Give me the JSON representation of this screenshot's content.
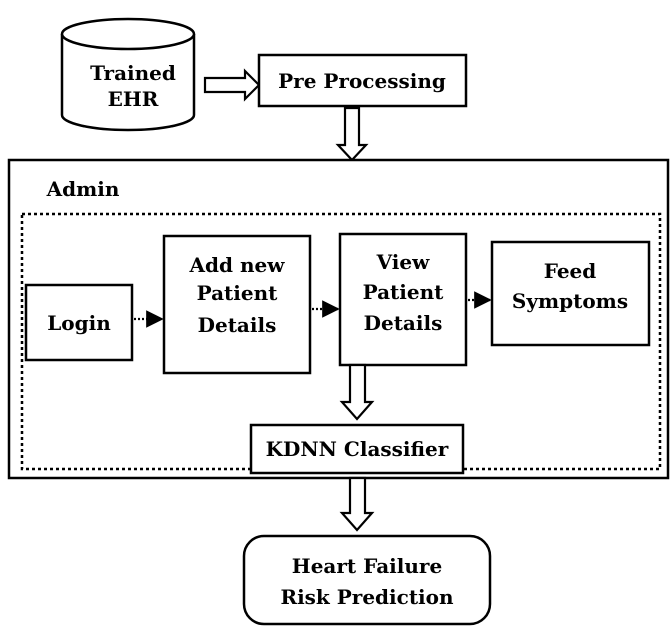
{
  "data_store": {
    "line1": "Trained",
    "line2": "EHR"
  },
  "preprocessing": {
    "label": "Pre Processing"
  },
  "admin": {
    "title": "Admin",
    "login": "Login",
    "add_patient": {
      "line1": "Add new",
      "line2": "Patient",
      "line3": "Details"
    },
    "view_patient": {
      "line1": "View",
      "line2": "Patient",
      "line3": "Details"
    },
    "feed_symptoms": {
      "line1": "Feed",
      "line2": "Symptoms"
    }
  },
  "classifier": {
    "label": "KDNN Classifier"
  },
  "prediction": {
    "line1": "Heart Failure",
    "line2": "Risk Prediction"
  }
}
